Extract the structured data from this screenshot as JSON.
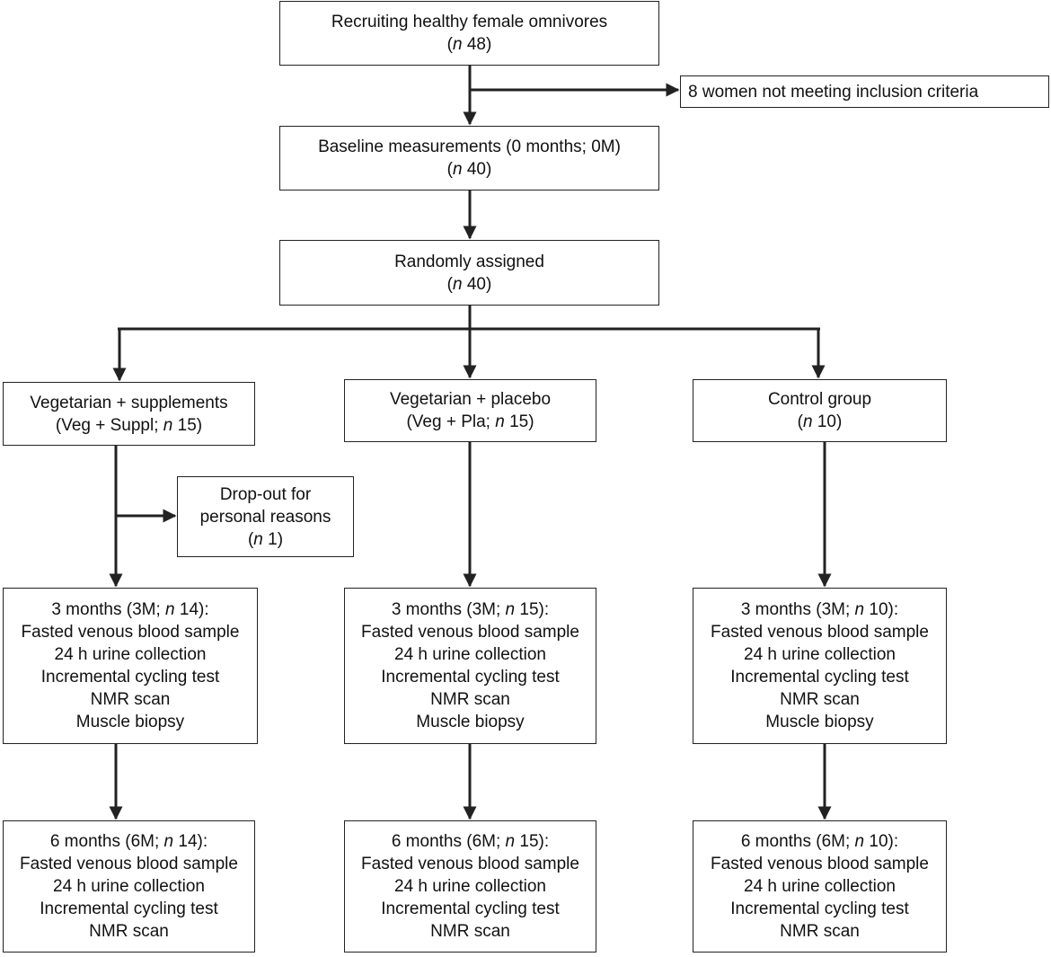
{
  "recruit": {
    "title": "Recruiting healthy female omnivores",
    "n_prefix": "n",
    "n_value": "48"
  },
  "excluded": {
    "text": "8 women not meeting inclusion criteria"
  },
  "baseline": {
    "title": "Baseline measurements (0 months; 0M)",
    "n_prefix": "n",
    "n_value": "40"
  },
  "randomised": {
    "title": "Randomly assigned",
    "n_prefix": "n",
    "n_value": "40"
  },
  "groups": [
    {
      "title": "Vegetarian + supplements",
      "sub_prefix": "(Veg + Suppl; ",
      "n_prefix": "n",
      "n_value": "15"
    },
    {
      "title": "Vegetarian + placebo",
      "sub_prefix": "(Veg + Pla; ",
      "n_prefix": "n",
      "n_value": "15"
    },
    {
      "title": "Control group",
      "sub_prefix": "(",
      "n_prefix": "n",
      "n_value": "10"
    }
  ],
  "dropout": {
    "line1": "Drop-out for",
    "line2": "personal reasons",
    "n_prefix": "n",
    "n_value": "1"
  },
  "month3": [
    {
      "head_prefix": "3 months (3M; ",
      "n_prefix": "n",
      "n_value": "14",
      "items": [
        "Fasted venous blood sample",
        "24 h urine collection",
        "Incremental cycling test",
        "NMR scan",
        "Muscle biopsy"
      ]
    },
    {
      "head_prefix": "3 months (3M; ",
      "n_prefix": "n",
      "n_value": "15",
      "items": [
        "Fasted venous blood sample",
        "24 h urine collection",
        "Incremental cycling test",
        "NMR scan",
        "Muscle biopsy"
      ]
    },
    {
      "head_prefix": "3 months (3M; ",
      "n_prefix": "n",
      "n_value": "10",
      "items": [
        "Fasted venous blood sample",
        "24 h urine collection",
        "Incremental cycling test",
        "NMR scan",
        "Muscle biopsy"
      ]
    }
  ],
  "month6": [
    {
      "head_prefix": "6 months (6M; ",
      "n_prefix": "n",
      "n_value": "14",
      "items": [
        "Fasted venous blood sample",
        "24 h urine collection",
        "Incremental cycling test",
        "NMR scan"
      ]
    },
    {
      "head_prefix": "6 months (6M; ",
      "n_prefix": "n",
      "n_value": "15",
      "items": [
        "Fasted venous blood sample",
        "24 h urine collection",
        "Incremental cycling test",
        "NMR scan"
      ]
    },
    {
      "head_prefix": "6 months (6M; ",
      "n_prefix": "n",
      "n_value": "10",
      "items": [
        "Fasted venous blood sample",
        "24 h urine collection",
        "Incremental cycling test",
        "NMR scan"
      ]
    }
  ]
}
